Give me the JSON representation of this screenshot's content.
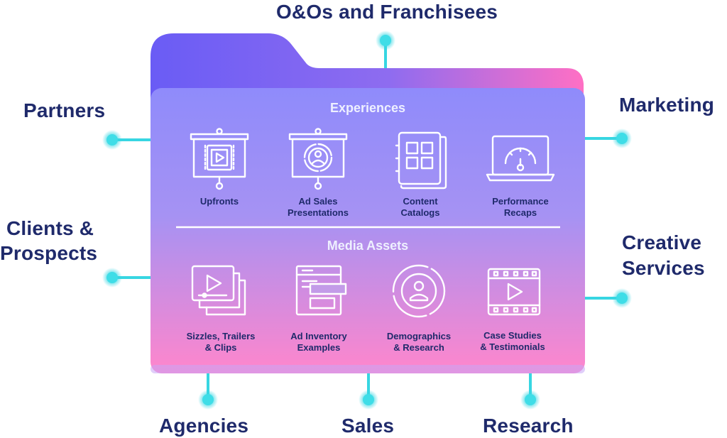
{
  "diagram": {
    "external_labels": {
      "top": "O&Os and Franchisees",
      "left_top": "Partners",
      "left_bottom_line1": "Clients &",
      "left_bottom_line2": "Prospects",
      "right_top": "Marketing",
      "right_bottom_line1": "Creative",
      "right_bottom_line2": "Services",
      "bottom_left": "Agencies",
      "bottom_center": "Sales",
      "bottom_right": "Research"
    },
    "sections": {
      "experiences": {
        "title": "Experiences",
        "items": [
          {
            "line1": "Upfronts",
            "line2": "",
            "icon": "presentation-video-icon"
          },
          {
            "line1": "Ad Sales",
            "line2": "Presentations",
            "icon": "presentation-chart-icon"
          },
          {
            "line1": "Content",
            "line2": "Catalogs",
            "icon": "catalog-grid-icon"
          },
          {
            "line1": "Performance",
            "line2": "Recaps",
            "icon": "laptop-gauge-icon"
          }
        ]
      },
      "media_assets": {
        "title": "Media Assets",
        "items": [
          {
            "line1": "Sizzles, Trailers",
            "line2": "& Clips",
            "icon": "video-stack-icon"
          },
          {
            "line1": "Ad Inventory",
            "line2": "Examples",
            "icon": "ad-layout-icon"
          },
          {
            "line1": "Demographics",
            "line2": "& Research",
            "icon": "demographics-donut-icon"
          },
          {
            "line1": "Case Studies",
            "line2": "& Testimonials",
            "icon": "film-strip-icon"
          }
        ]
      }
    },
    "colors": {
      "connector": "#37d6e2",
      "label": "#1f2a6b",
      "folder_top": "#8b8bff",
      "folder_bottom": "#ff7fc8"
    }
  }
}
